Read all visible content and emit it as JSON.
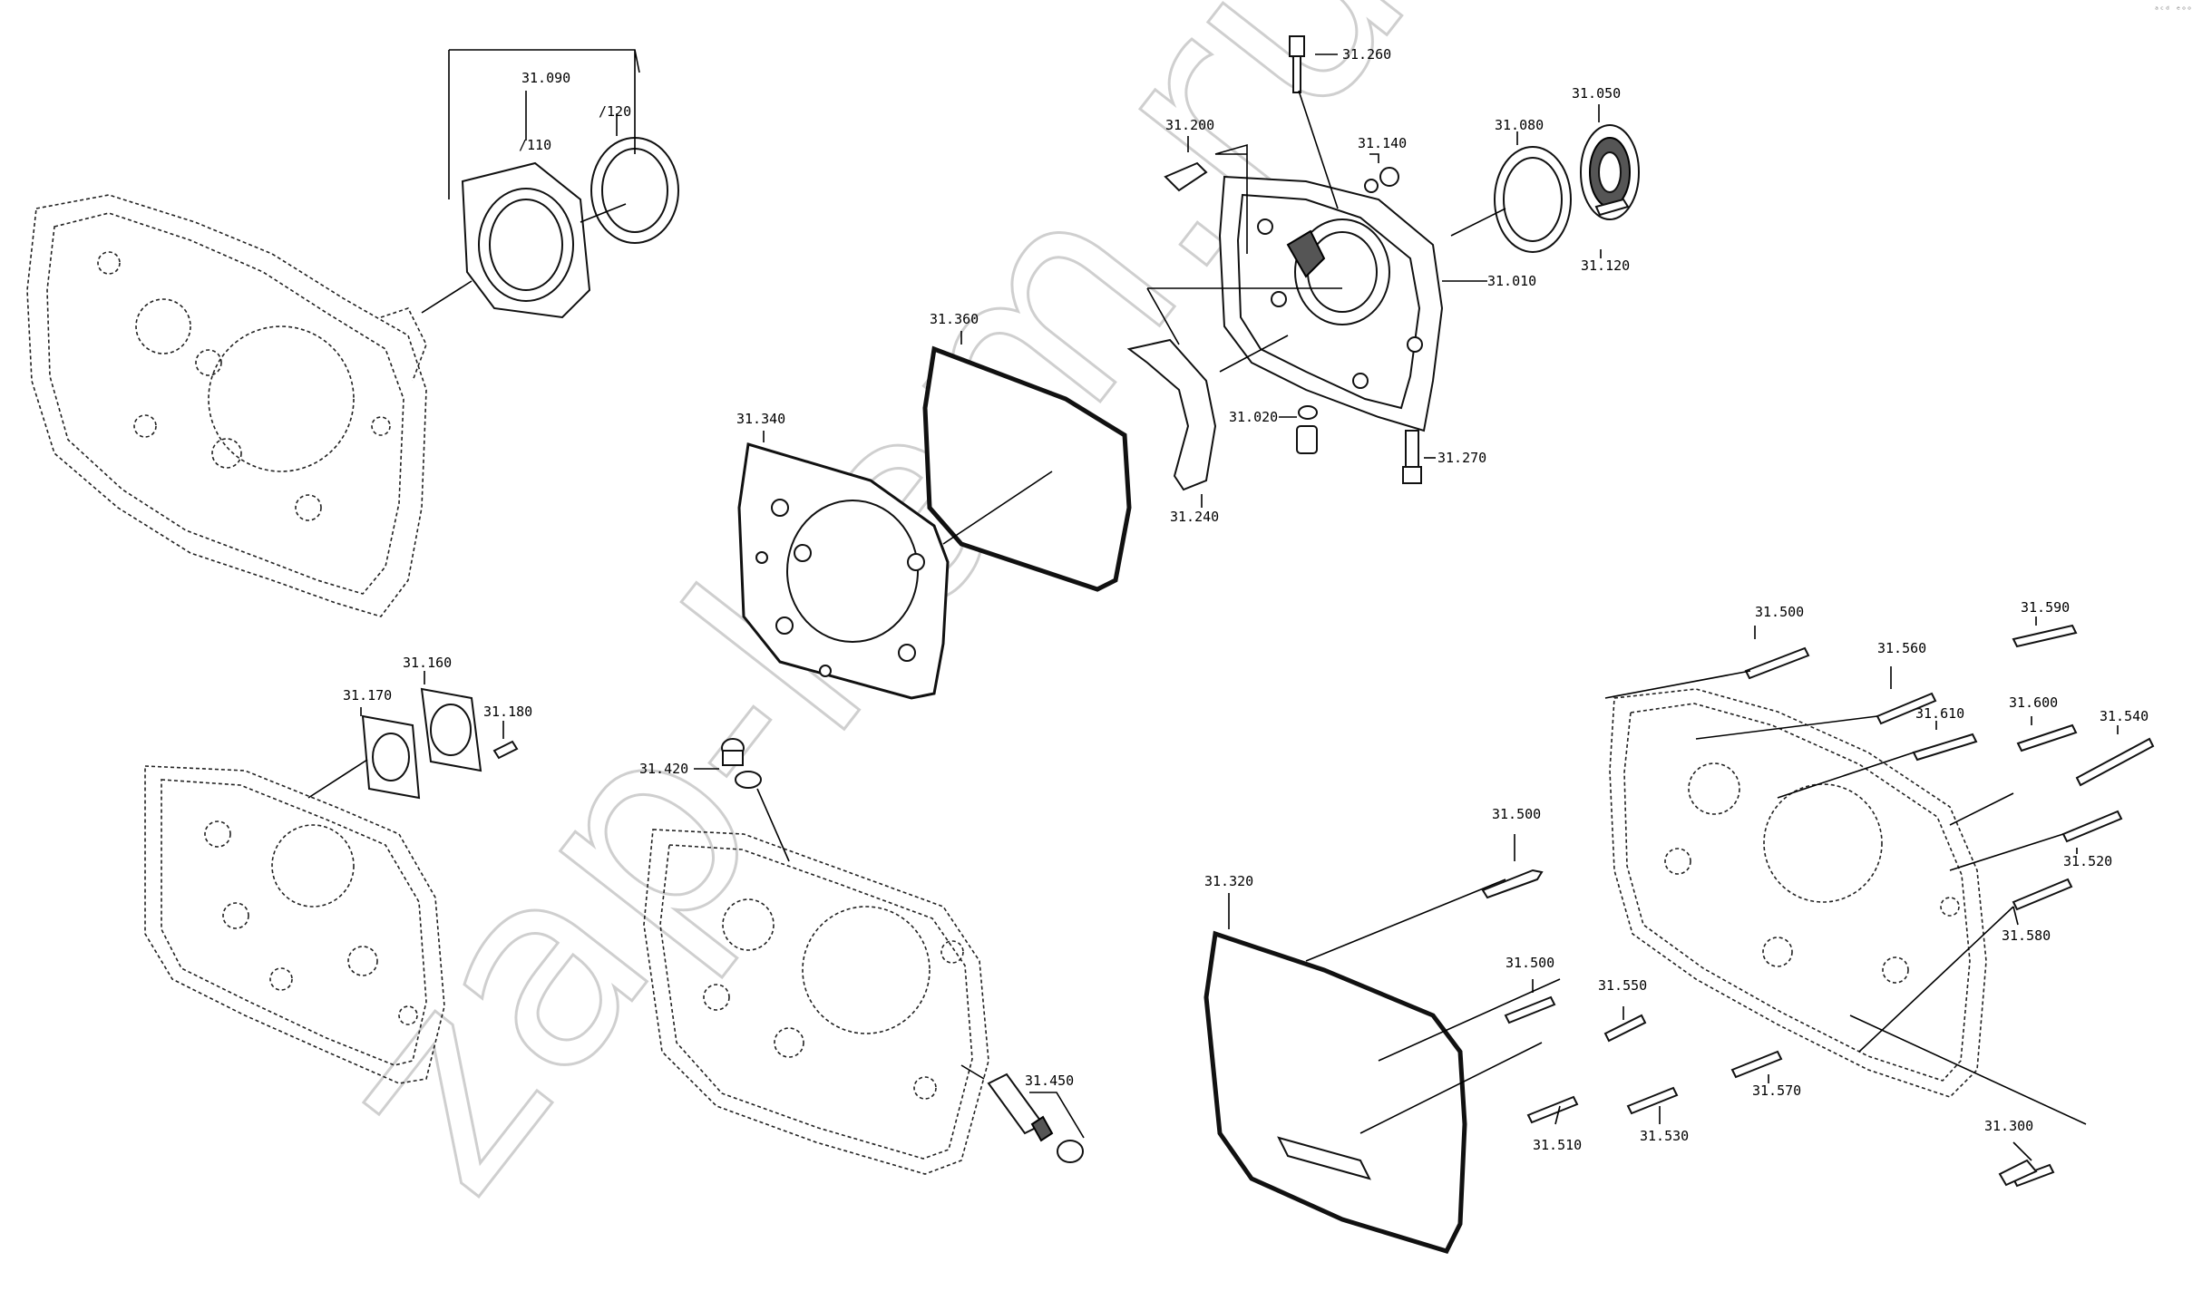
{
  "corner_mark": "ᵃᶜᵈ ᵉᵒᵒ",
  "watermark": "zap-kam.ru",
  "labels": {
    "l31090": "31.090",
    "l120": "/120",
    "l110": "/110",
    "l31200": "31.200",
    "l31260": "31.260",
    "l31140": "31.140",
    "l31080": "31.080",
    "l31050": "31.050",
    "l31120": "31.120",
    "l31010": "31.010",
    "l31360": "31.360",
    "l31340": "31.340",
    "l31020": "31.020",
    "l31270": "31.270",
    "l31240": "31.240",
    "l31160": "31.160",
    "l31170": "31.170",
    "l31180": "31.180",
    "l31420": "31.420",
    "l31450": "31.450",
    "l31500a": "31.500",
    "l31590": "31.590",
    "l31560": "31.560",
    "l31610": "31.610",
    "l31600": "31.600",
    "l31540": "31.540",
    "l31500b": "31.500",
    "l31520": "31.520",
    "l31320": "31.320",
    "l31580": "31.580",
    "l31500c": "31.500",
    "l31550": "31.550",
    "l31570": "31.570",
    "l31510": "31.510",
    "l31530": "31.530",
    "l31300": "31.300"
  }
}
